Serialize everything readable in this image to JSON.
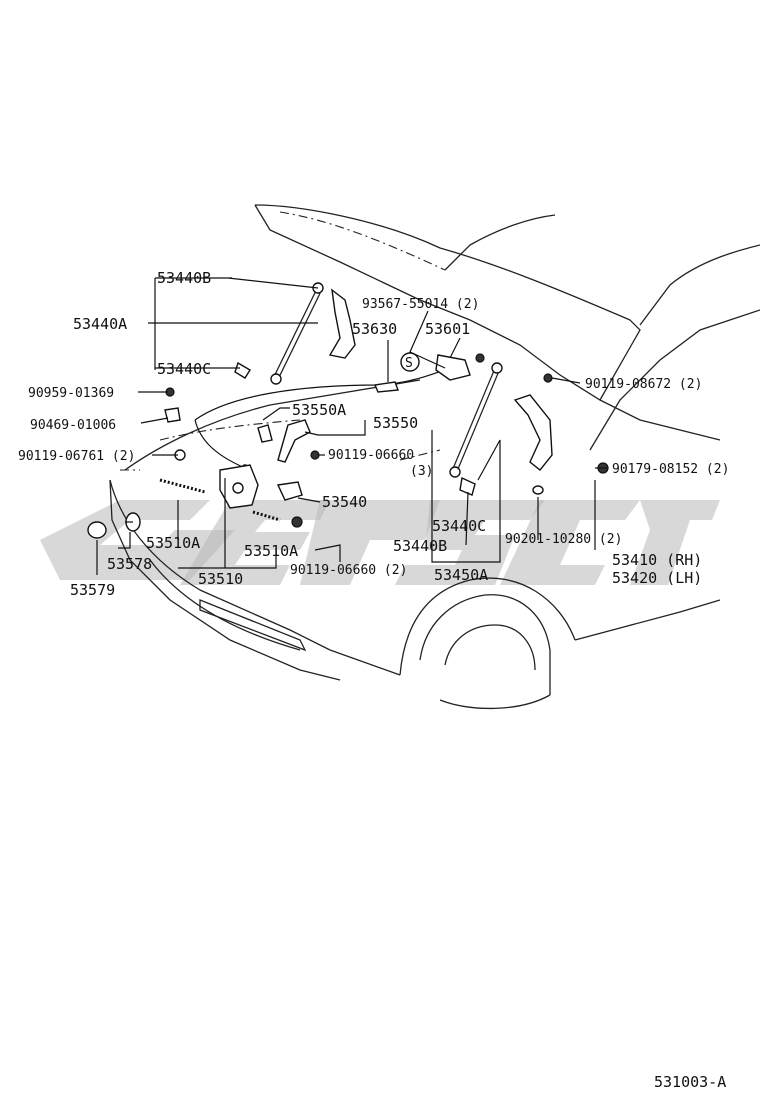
{
  "watermark": "eparts",
  "diagram_code": "531003-A",
  "labels": {
    "p53440B": "53440B",
    "p53440A": "53440A",
    "p53440C_l": "53440C",
    "p93567": "93567-55014 (2)",
    "p53630": "53630",
    "p53601": "53601",
    "p90959": "90959-01369",
    "p90469": "90469-01006",
    "p90119_06761": "90119-06761 (2)",
    "p53550A": "53550A",
    "p53550": "53550",
    "p90119_06660a": "90119-06660",
    "p3": "(3)",
    "p53540": "53540",
    "p90119_08672": "90119-08672 (2)",
    "p90179": "90179-08152 (2)",
    "p53440C_r": "53440C",
    "p53440B_r": "53440B",
    "p90201": "90201-10280 (2)",
    "p53410": "53410 (RH)",
    "p53420": "53420 (LH)",
    "p53450A": "53450A",
    "p53510A_l": "53510A",
    "p53510A_r": "53510A",
    "p53578": "53578",
    "p53510": "53510",
    "p90119_06660b": "90119-06660 (2)",
    "p53579": "53579",
    "s_mark": "S"
  }
}
